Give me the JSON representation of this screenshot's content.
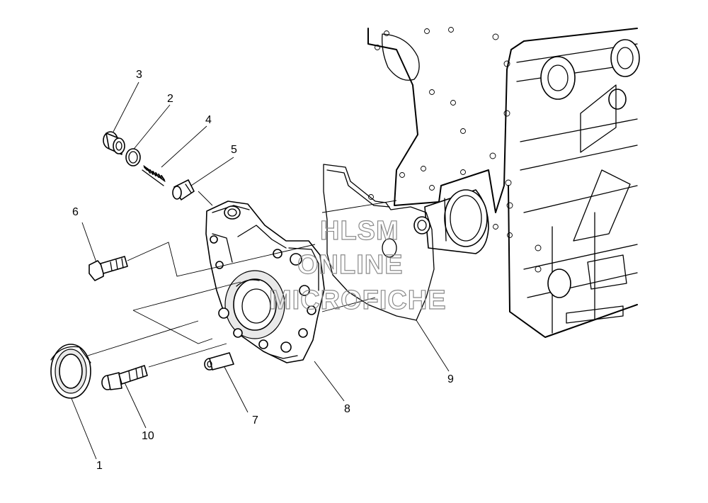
{
  "callouts": {
    "c1": "1",
    "c2": "2",
    "c3": "3",
    "c4": "4",
    "c5": "5",
    "c6": "6",
    "c7": "7",
    "c8": "8",
    "c9": "9",
    "c10": "10"
  },
  "watermark": {
    "line1": "HLSM",
    "line2": "ONLINE",
    "line3": "MICROFICHE"
  }
}
